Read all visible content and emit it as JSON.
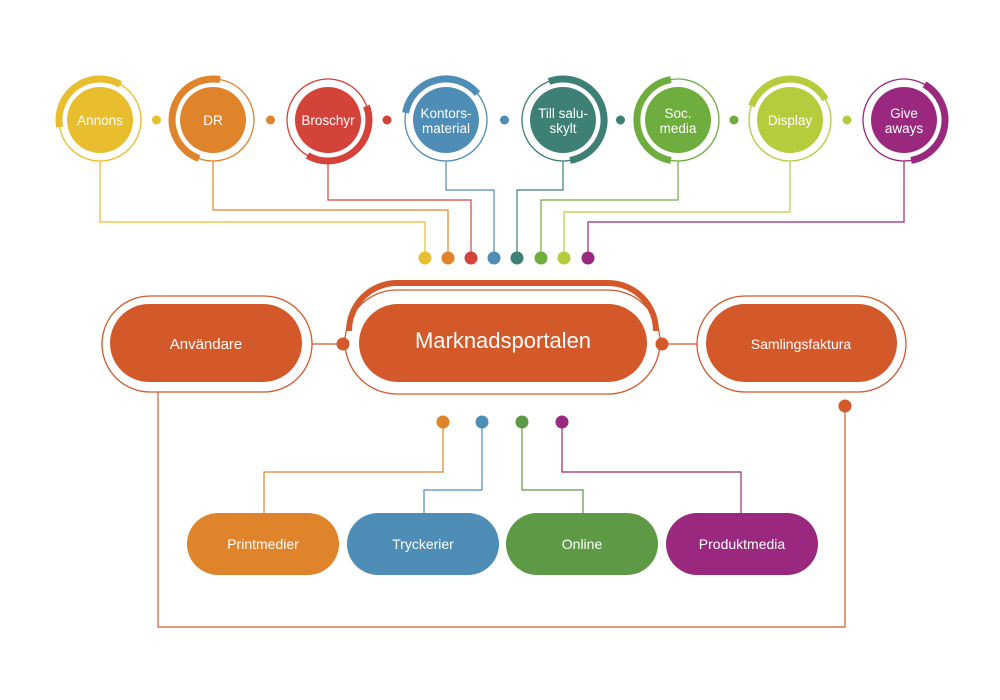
{
  "top_nodes": [
    {
      "label_lines": [
        "Annons"
      ],
      "color": "#E9BE2E"
    },
    {
      "label_lines": [
        "DR"
      ],
      "color": "#E0842B"
    },
    {
      "label_lines": [
        "Broschyr"
      ],
      "color": "#D4433A"
    },
    {
      "label_lines": [
        "Kontors-",
        "material"
      ],
      "color": "#4E8EB6"
    },
    {
      "label_lines": [
        "Till salu-",
        "skylt"
      ],
      "color": "#3E7F76"
    },
    {
      "label_lines": [
        "Soc.",
        "media"
      ],
      "color": "#6FAE3E"
    },
    {
      "label_lines": [
        "Display"
      ],
      "color": "#B7CC3D"
    },
    {
      "label_lines": [
        "Give",
        "aways"
      ],
      "color": "#99287E"
    }
  ],
  "center": {
    "label": "Marknadsportalen",
    "color": "#D3592A"
  },
  "left": {
    "label": "Användare",
    "color": "#D3592A"
  },
  "right": {
    "label": "Samlingsfaktura",
    "color": "#D3592A"
  },
  "bottom_nodes": [
    {
      "label": "Printmedier",
      "color": "#E0842B"
    },
    {
      "label": "Tryckerier",
      "color": "#4E8EB6"
    },
    {
      "label": "Online",
      "color": "#5E9A45"
    },
    {
      "label": "Produktmedia",
      "color": "#99287E"
    }
  ]
}
